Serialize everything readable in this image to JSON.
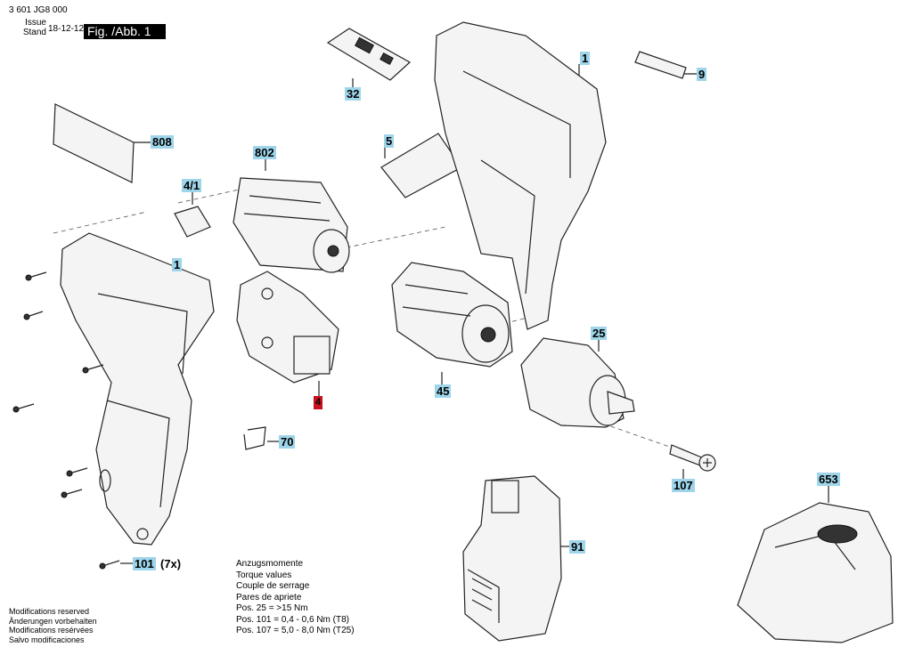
{
  "header": {
    "part_code": "3 601 JG8 000",
    "issue_label_1": "Issue",
    "issue_label_2": "Stand",
    "date": "18-12-12",
    "figure_label": "Fig. /Abb. 1"
  },
  "callouts": {
    "p32": "32",
    "p1_housing_right": "1",
    "p9": "9",
    "p808": "808",
    "p5": "5",
    "p802": "802",
    "p4_1": "4/1",
    "p1_housing_left": "1",
    "p4": "4",
    "p45": "45",
    "p25": "25",
    "p70": "70",
    "p107": "107",
    "p653": "653",
    "p91": "91",
    "p101": "101",
    "p101_suffix": "(7x)"
  },
  "torque": {
    "lines": [
      "Anzugsmomente",
      "Torque values",
      "Couple de serrage",
      "Pares de apriete",
      "Pos.  25  = >15 Nm",
      "Pos. 101 = 0,4 - 0,6 Nm (T8)",
      "Pos. 107 = 5,0 - 8,0 Nm (T25)"
    ]
  },
  "modifications": {
    "lines": [
      "Modifications reserved",
      "Änderungen vorbehalten",
      "Modifications resérvées",
      "Salvo modificaciones"
    ]
  },
  "icons": {
    "housing": "drill-housing-half-icon",
    "motor": "motor-icon",
    "switch": "switch-icon",
    "gearbox": "gearbox-icon",
    "chuck": "chuck-icon",
    "battery": "battery-pack-icon",
    "charger": "charger-icon",
    "screw": "screw-icon"
  }
}
